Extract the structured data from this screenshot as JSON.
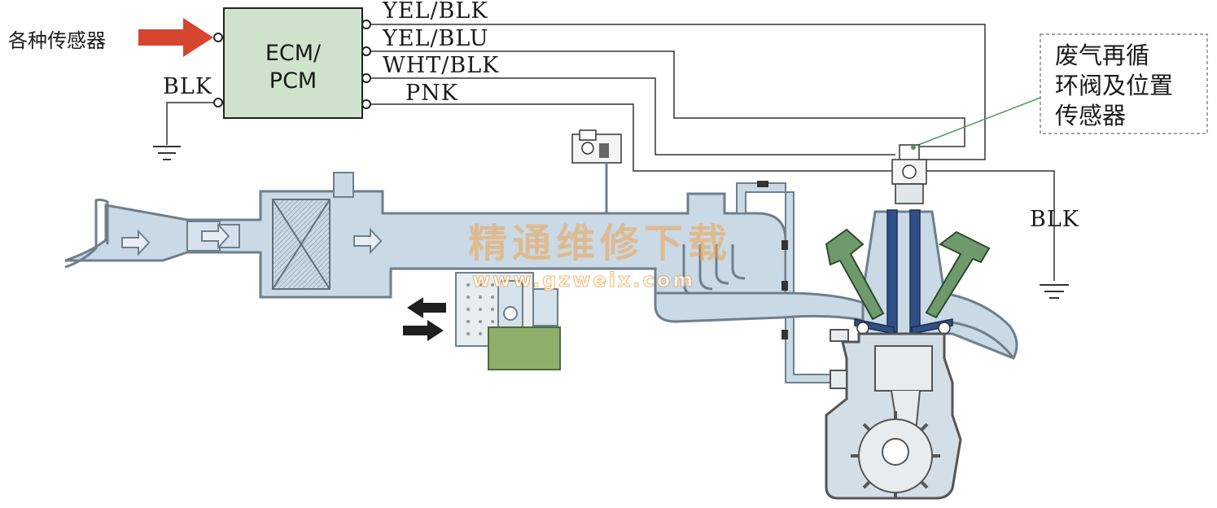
{
  "sensors_label": "各种传感器",
  "ecm": {
    "line1": "ECM/",
    "line2": "PCM"
  },
  "wires": {
    "w1": "YEL/BLK",
    "w2": "YEL/BLU",
    "w3": "WHT/BLK",
    "w4": "PNK"
  },
  "ground_left_label": "BLK",
  "ground_right_label": "BLK",
  "callout": {
    "line1": "废气再循",
    "line2": "环阀及位置",
    "line3": "传感器"
  },
  "watermark": {
    "text": "精通维修下载",
    "url": "www.gzweix.com"
  },
  "colors": {
    "ecm_fill": "#cfe3cc",
    "intake_fill": "#c9d9e6",
    "coil_green": "#6f9b6c",
    "valve_blue": "#2f4f86",
    "arrow_red": "#d6452e",
    "actuator_green": "#8fae6a"
  }
}
